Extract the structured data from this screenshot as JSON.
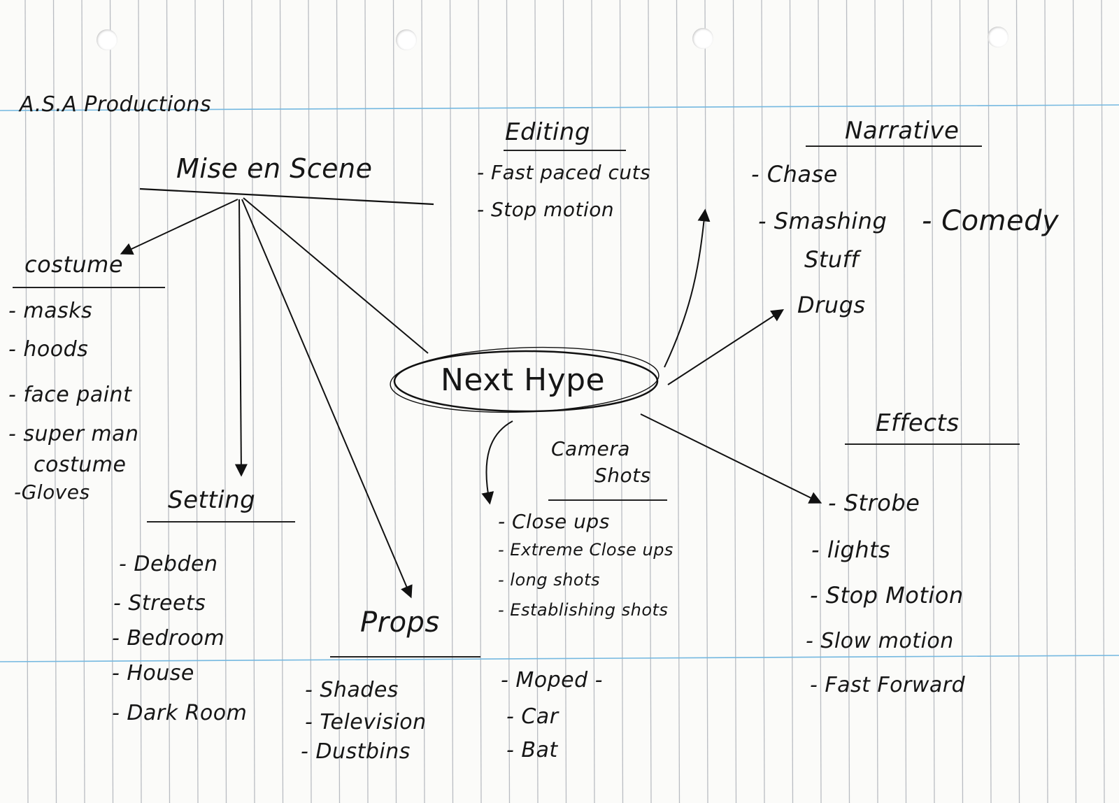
{
  "colors": {
    "paper": "#fbfbf9",
    "rule_vertical": "#b9bcc2",
    "rule_blue": "#74b8e0",
    "ink": "#161616"
  },
  "header": {
    "text": "A.S.A   Productions"
  },
  "center": {
    "label": "Next  Hype"
  },
  "mise_en_scene": {
    "title": "Mise  en  Scene"
  },
  "costume": {
    "title": "costume",
    "items": [
      "- masks",
      "- hoods",
      "- face paint",
      "- super man",
      "costume",
      "-Gloves"
    ]
  },
  "setting": {
    "title": "Setting",
    "items": [
      "- Debden",
      "- Streets",
      "- Bedroom",
      "- House",
      "- Dark Room"
    ]
  },
  "props": {
    "title": "Props",
    "items": [
      "- Shades",
      "- Television",
      "- Dustbins"
    ]
  },
  "editing": {
    "title": "Editing",
    "items": [
      "- Fast paced cuts",
      "- Stop motion"
    ]
  },
  "narrative": {
    "title": "Narrative",
    "items": [
      "- Chase",
      "- Smashing",
      "Stuff",
      "Drugs"
    ],
    "side_note": "- Comedy"
  },
  "camera_shots": {
    "title_line1": "Camera",
    "title_line2": "Shots",
    "items": [
      "- Close ups",
      "- Extreme Close ups",
      "- long shots",
      "- Establishing shots"
    ],
    "extra": [
      "- Moped -",
      "- Car",
      "- Bat"
    ]
  },
  "effects": {
    "title": "Effects",
    "items": [
      "- Strobe",
      "- lights",
      "- Stop Motion",
      "- Slow motion",
      "- Fast Forward"
    ]
  }
}
